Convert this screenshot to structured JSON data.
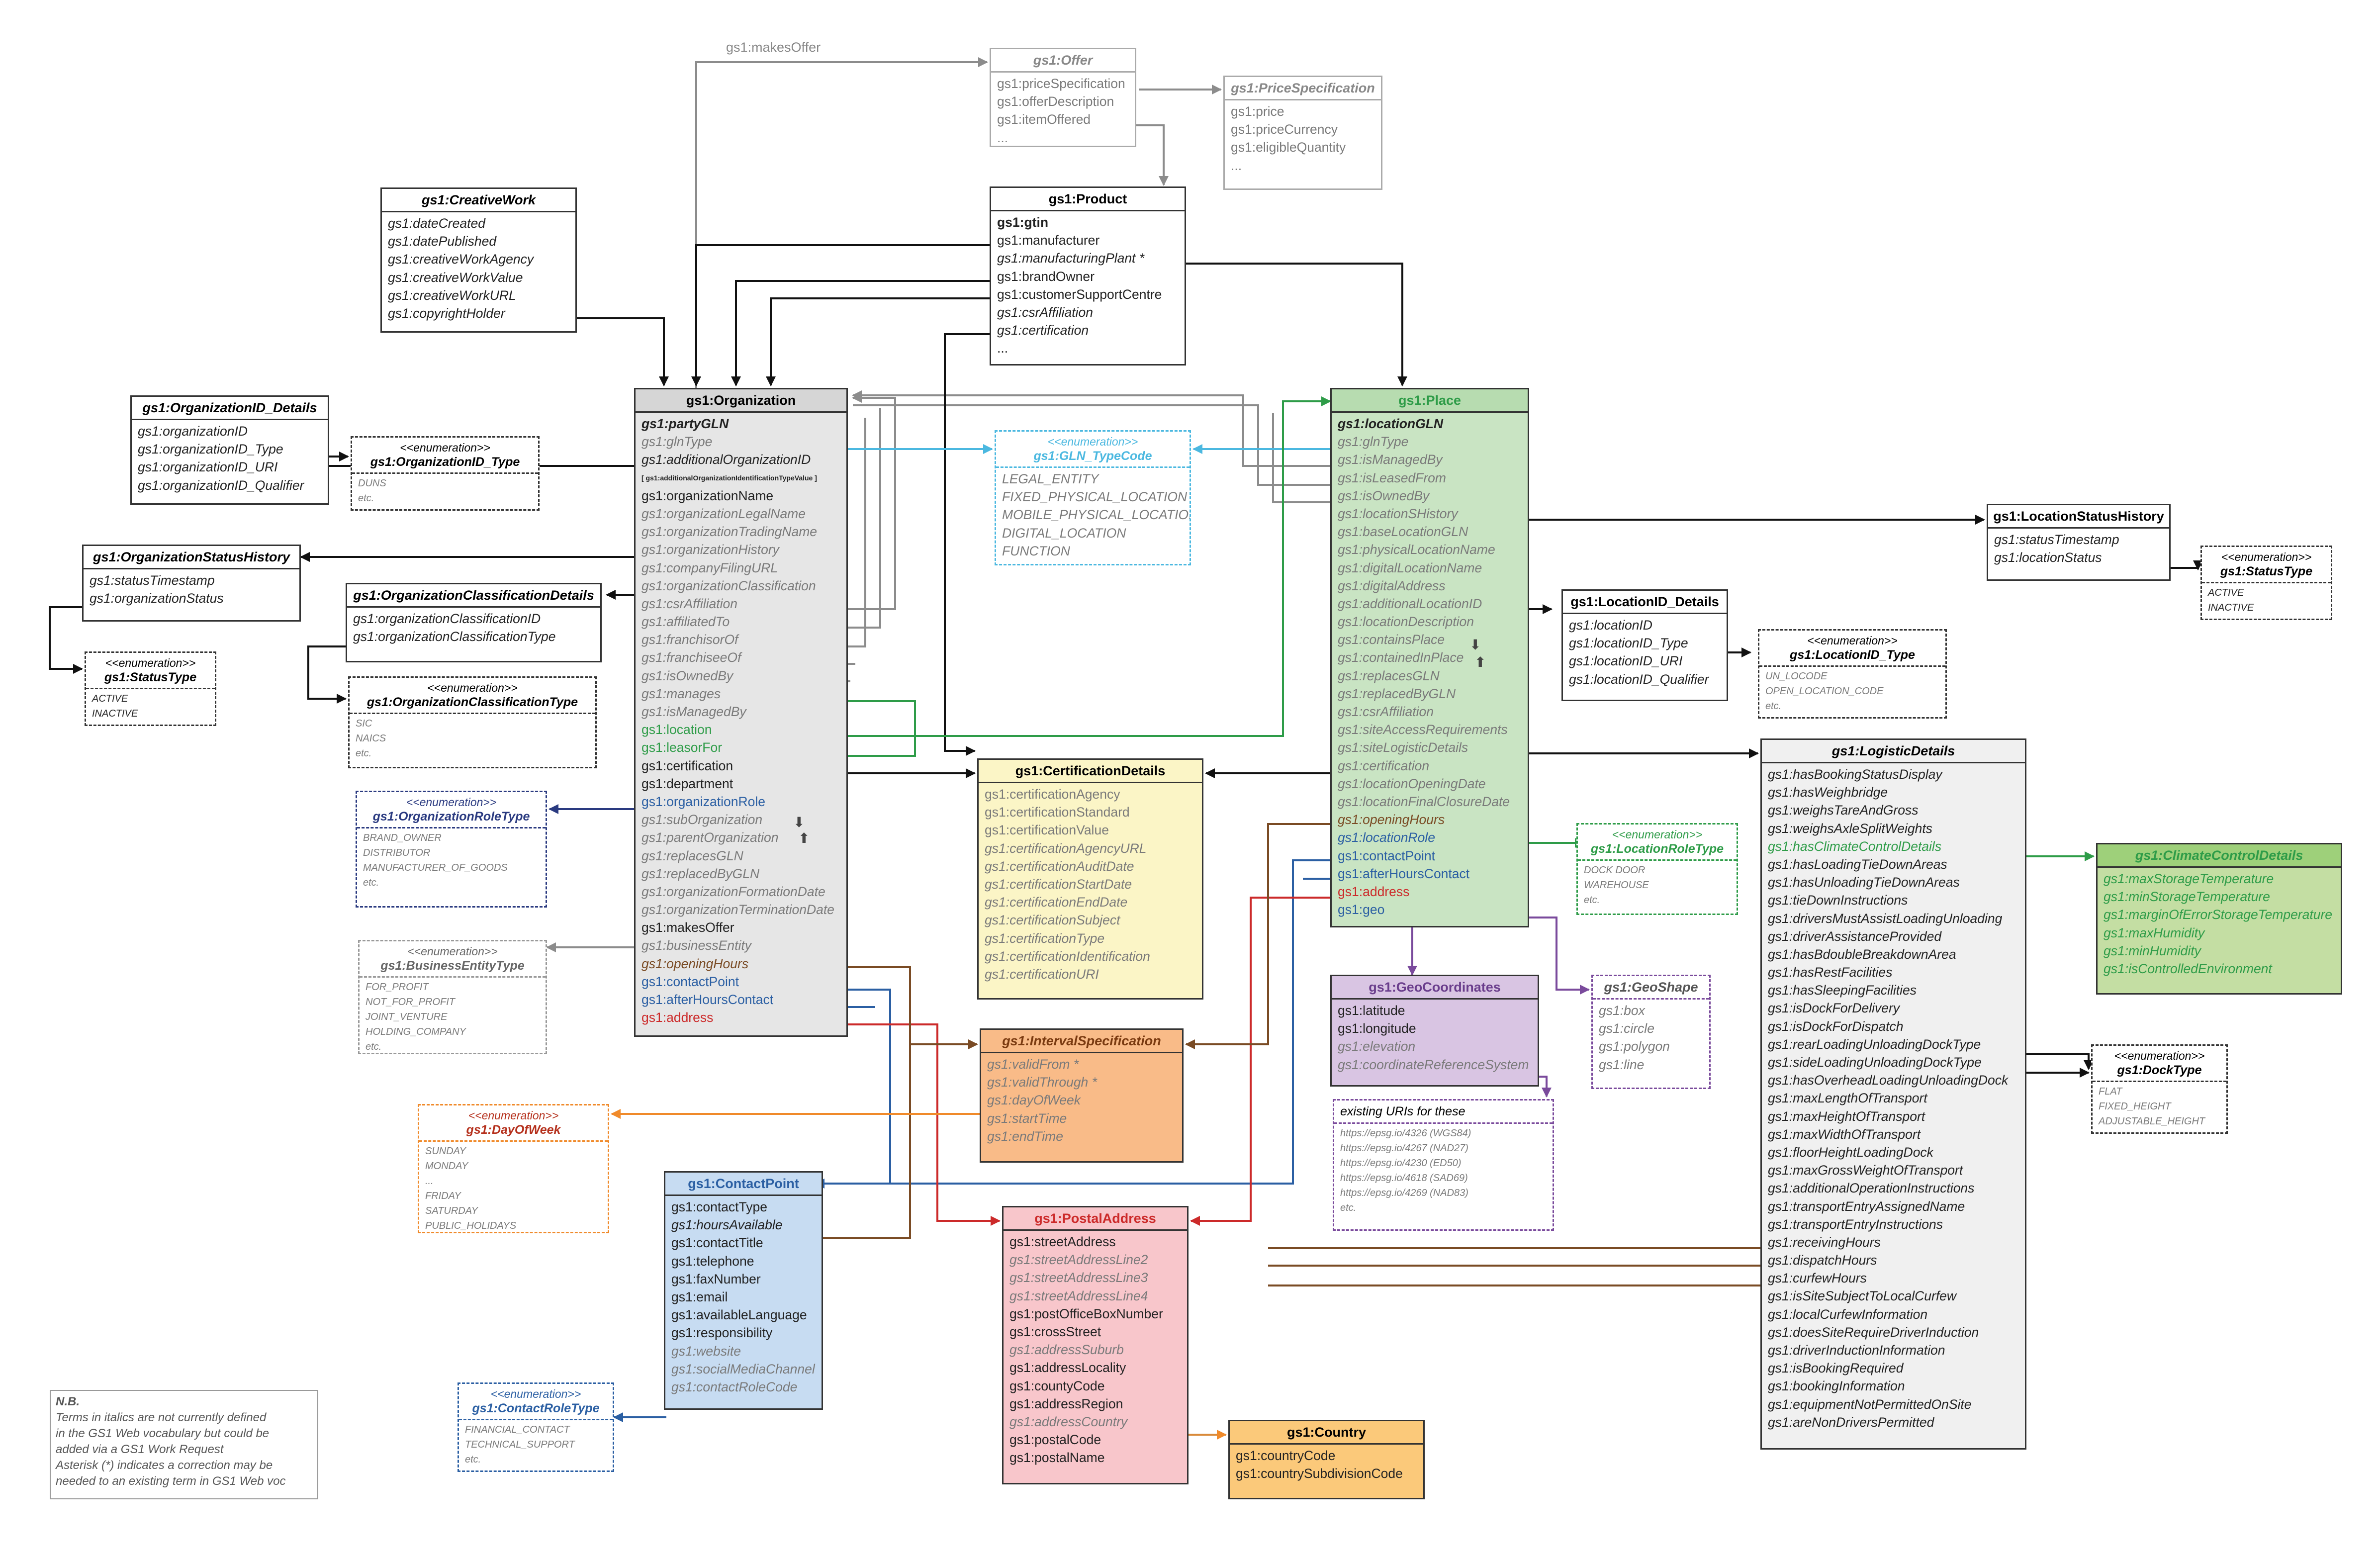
{
  "edge_labels": {
    "makes_offer": "gs1:makesOffer"
  },
  "arrow_glyphs": {
    "down": "⬇",
    "up": "⬆"
  },
  "note": {
    "title": "N.B.",
    "lines": [
      "Terms in italics are not currently defined",
      "in the GS1 Web vocabulary but could be",
      "added via a GS1 Work Request",
      "Asterisk (*) indicates a correction may be",
      "needed to an existing term in GS1 Web voc"
    ]
  },
  "boxes": {
    "offer": {
      "title": "gs1:Offer",
      "rows": [
        "gs1:priceSpecification",
        "gs1:offerDescription",
        "gs1:itemOffered",
        "..."
      ]
    },
    "price": {
      "title": "gs1:PriceSpecification",
      "rows": [
        "gs1:price",
        "gs1:priceCurrency",
        "gs1:eligibleQuantity",
        "..."
      ]
    },
    "creative": {
      "title": "gs1:CreativeWork",
      "rows": [
        "gs1:dateCreated",
        "gs1:datePublished",
        "gs1:creativeWorkAgency",
        "gs1:creativeWorkValue",
        "gs1:creativeWorkURL",
        "gs1:copyrightHolder"
      ]
    },
    "product": {
      "title": "gs1:Product",
      "rows": [
        "gs1:gtin",
        "gs1:manufacturer",
        "gs1:manufacturingPlant *",
        "gs1:brandOwner",
        "gs1:customerSupportCentre",
        "gs1:csrAffiliation",
        "gs1:certification",
        "..."
      ]
    },
    "orgid": {
      "title": "gs1:OrganizationID_Details",
      "rows": [
        "gs1:organizationID",
        "gs1:organizationID_Type",
        "gs1:organizationID_URI",
        "gs1:organizationID_Qualifier"
      ]
    },
    "orgidtype": {
      "stereo": "<<enumeration>>",
      "title": "gs1:OrganizationID_Type",
      "rows": [
        "DUNS",
        "etc."
      ]
    },
    "orgstatus": {
      "title": "gs1:OrganizationStatusHistory",
      "rows": [
        "gs1:statusTimestamp",
        "gs1:organizationStatus"
      ]
    },
    "statustype1": {
      "stereo": "<<enumeration>>",
      "title": "gs1:StatusType",
      "rows": [
        "ACTIVE",
        "INACTIVE"
      ]
    },
    "orgclass": {
      "title": "gs1:OrganizationClassificationDetails",
      "rows": [
        "gs1:organizationClassificationID",
        "gs1:organizationClassificationType"
      ]
    },
    "orgclasstype": {
      "stereo": "<<enumeration>>",
      "title": "gs1:OrganizationClassificationType",
      "rows": [
        "SIC",
        "NAICS",
        "etc."
      ]
    },
    "orgrole": {
      "stereo": "<<enumeration>>",
      "title": "gs1:OrganizationRoleType",
      "rows": [
        "BRAND_OWNER",
        "DISTRIBUTOR",
        "MANUFACTURER_OF_GOODS",
        "etc."
      ]
    },
    "bizentity": {
      "stereo": "<<enumeration>>",
      "title": "gs1:BusinessEntityType",
      "rows": [
        "FOR_PROFIT",
        "NOT_FOR_PROFIT",
        "JOINT_VENTURE",
        "HOLDING_COMPANY",
        "etc."
      ]
    },
    "dayofweek": {
      "stereo": "<<enumeration>>",
      "title": "gs1:DayOfWeek",
      "rows": [
        "SUNDAY",
        "MONDAY",
        "...",
        "FRIDAY",
        "SATURDAY",
        "PUBLIC_HOLIDAYS"
      ]
    },
    "contactroletype": {
      "stereo": "<<enumeration>>",
      "title": "gs1:ContactRoleType",
      "rows": [
        "FINANCIAL_CONTACT",
        "TECHNICAL_SUPPORT",
        "etc."
      ]
    },
    "org": {
      "title": "gs1:Organization",
      "rows": [
        "gs1:partyGLN",
        "gs1:glnType",
        "gs1:additionalOrganizationID",
        "[ gs1:additionalOrganizationIdentificationTypeValue ]",
        "gs1:organizationName",
        "gs1:organizationLegalName",
        "gs1:organizationTradingName",
        "gs1:organizationHistory",
        "gs1:companyFilingURL",
        "gs1:organizationClassification",
        "gs1:csrAffiliation",
        "gs1:affiliatedTo",
        "gs1:franchisorOf",
        "gs1:franchiseeOf",
        "gs1:isOwnedBy",
        "gs1:manages",
        "gs1:isManagedBy",
        "gs1:location",
        "gs1:leasorFor",
        "gs1:certification",
        "gs1:department",
        "gs1:organizationRole",
        "gs1:subOrganization",
        "gs1:parentOrganization",
        "gs1:replacesGLN",
        "gs1:replacedByGLN",
        "gs1:organizationFormationDate",
        "gs1:organizationTerminationDate",
        "gs1:makesOffer",
        "gs1:businessEntity",
        "gs1:openingHours",
        "gs1:contactPoint",
        "gs1:afterHoursContact",
        "gs1:address"
      ]
    },
    "glntype": {
      "stereo": "<<enumeration>>",
      "title": "gs1:GLN_TypeCode",
      "rows": [
        "LEGAL_ENTITY",
        "FIXED_PHYSICAL_LOCATION",
        "MOBILE_PHYSICAL_LOCATION",
        "DIGITAL_LOCATION",
        "FUNCTION"
      ]
    },
    "cert": {
      "title": "gs1:CertificationDetails",
      "rows": [
        "gs1:certificationAgency",
        "gs1:certificationStandard",
        "gs1:certificationValue",
        "gs1:certificationAgencyURL",
        "gs1:certificationAuditDate",
        "gs1:certificationStartDate",
        "gs1:certificationEndDate",
        "gs1:certificationSubject",
        "gs1:certificationType",
        "gs1:certificationIdentification",
        "gs1:certificationURI"
      ]
    },
    "place": {
      "title": "gs1:Place",
      "rows": [
        "gs1:locationGLN",
        "gs1:glnType",
        "gs1:isManagedBy",
        "gs1:isLeasedFrom",
        "gs1:isOwnedBy",
        "gs1:locationSHistory",
        "gs1:baseLocationGLN",
        "gs1:physicalLocationName",
        "gs1:digitalLocationName",
        "gs1:digitalAddress",
        "gs1:additionalLocationID",
        "gs1:locationDescription",
        "gs1:containsPlace",
        "gs1:containedInPlace",
        "gs1:replacesGLN",
        "gs1:replacedByGLN",
        "gs1:csrAffiliation",
        "gs1:siteAccessRequirements",
        "gs1:siteLogisticDetails",
        "gs1:certification",
        "gs1:locationOpeningDate",
        "gs1:locationFinalClosureDate",
        "gs1:openingHours",
        "gs1:locationRole",
        "gs1:contactPoint",
        "gs1:afterHoursContact",
        "gs1:address",
        "gs1:geo"
      ]
    },
    "locid": {
      "title": "gs1:LocationID_Details",
      "rows": [
        "gs1:locationID",
        "gs1:locationID_Type",
        "gs1:locationID_URI",
        "gs1:locationID_Qualifier"
      ]
    },
    "locidtype": {
      "stereo": "<<enumeration>>",
      "title": "gs1:LocationID_Type",
      "rows": [
        "UN_LOCODE",
        "OPEN_LOCATION_CODE",
        "etc."
      ]
    },
    "locstatus": {
      "title": "gs1:LocationStatusHistory",
      "rows": [
        "gs1:statusTimestamp",
        "gs1:locationStatus"
      ]
    },
    "statustype2": {
      "stereo": "<<enumeration>>",
      "title": "gs1:StatusType",
      "rows": [
        "ACTIVE",
        "INACTIVE"
      ]
    },
    "locrole": {
      "stereo": "<<enumeration>>",
      "title": "gs1:LocationRoleType",
      "rows": [
        "DOCK DOOR",
        "WAREHOUSE",
        "etc."
      ]
    },
    "geocoord": {
      "title": "gs1:GeoCoordinates",
      "rows": [
        "gs1:latitude",
        "gs1:longitude",
        "gs1:elevation",
        "gs1:coordinateReferenceSystem"
      ]
    },
    "geoshape": {
      "title": "gs1:GeoShape",
      "rows": [
        "gs1:box",
        "gs1:circle",
        "gs1:polygon",
        "gs1:line"
      ]
    },
    "uris": {
      "title": "existing URIs for these",
      "rows": [
        "https://epsg.io/4326  (WGS84)",
        "https://epsg.io/4267  (NAD27)",
        "https://epsg.io/4230  (ED50)",
        "https://epsg.io/4618  (SAD69)",
        "https://epsg.io/4269  (NAD83)",
        "etc."
      ]
    },
    "interval": {
      "title": "gs1:IntervalSpecification",
      "rows": [
        "gs1:validFrom *",
        "gs1:validThrough *",
        "gs1:dayOfWeek",
        "gs1:startTime",
        "gs1:endTime"
      ]
    },
    "contact": {
      "title": "gs1:ContactPoint",
      "rows": [
        "gs1:contactType",
        "gs1:hoursAvailable",
        "gs1:contactTitle",
        "gs1:telephone",
        "gs1:faxNumber",
        "gs1:email",
        "gs1:availableLanguage",
        "gs1:responsibility",
        "gs1:website",
        "gs1:socialMediaChannel",
        "gs1:contactRoleCode"
      ]
    },
    "postal": {
      "title": "gs1:PostalAddress",
      "rows": [
        "gs1:streetAddress",
        "gs1:streetAddressLine2",
        "gs1:streetAddressLine3",
        "gs1:streetAddressLine4",
        "gs1:postOfficeBoxNumber",
        "gs1:crossStreet",
        "gs1:addressSuburb",
        "gs1:addressLocality",
        "gs1:countyCode",
        "gs1:addressRegion",
        "gs1:addressCountry",
        "gs1:postalCode",
        "gs1:postalName"
      ]
    },
    "country": {
      "title": "gs1:Country",
      "rows": [
        "gs1:countryCode",
        "gs1:countrySubdivisionCode"
      ]
    },
    "logistic": {
      "title": "gs1:LogisticDetails",
      "rows": [
        "gs1:hasBookingStatusDisplay",
        "gs1:hasWeighbridge",
        "gs1:weighsTareAndGross",
        "gs1:weighsAxleSplitWeights",
        "gs1:hasClimateControlDetails",
        "gs1:hasLoadingTieDownAreas",
        "gs1:hasUnloadingTieDownAreas",
        "gs1:tieDownInstructions",
        "gs1:driversMustAssistLoadingUnloading",
        "gs1:driverAssistanceProvided",
        "gs1:hasBdoubleBreakdownArea",
        "gs1:hasRestFacilities",
        "gs1:hasSleepingFacilities",
        "gs1:isDockForDelivery",
        "gs1:isDockForDispatch",
        "gs1:rearLoadingUnloadingDockType",
        "gs1:sideLoadingUnloadingDockType",
        "gs1:hasOverheadLoadingUnloadingDock",
        "gs1:maxLengthOfTransport",
        "gs1:maxHeightOfTransport",
        "gs1:maxWidthOfTransport",
        "gs1:floorHeightLoadingDock",
        "gs1:maxGrossWeightOfTransport",
        "gs1:additionalOperationInstructions",
        "gs1:transportEntryAssignedName",
        "gs1:transportEntryInstructions",
        "gs1:receivingHours",
        "gs1:dispatchHours",
        "gs1:curfewHours",
        "gs1:isSiteSubjectToLocalCurfew",
        "gs1:localCurfewInformation",
        "gs1:doesSiteRequireDriverInduction",
        "gs1:driverInductionInformation",
        "gs1:isBookingRequired",
        "gs1:bookingInformation",
        "gs1:equipmentNotPermittedOnSite",
        "gs1:areNonDriversPermitted"
      ]
    },
    "climate": {
      "title": "gs1:ClimateControlDetails",
      "rows": [
        "gs1:maxStorageTemperature",
        "gs1:minStorageTemperature",
        "gs1:marginOfErrorStorageTemperature",
        "gs1:maxHumidity",
        "gs1:minHumidity",
        "gs1:isControlledEnvironment"
      ]
    },
    "docktype": {
      "stereo": "<<enumeration>>",
      "title": "gs1:DockType",
      "rows": [
        "FLAT",
        "FIXED_HEIGHT",
        "ADJUSTABLE_HEIGHT"
      ]
    }
  }
}
